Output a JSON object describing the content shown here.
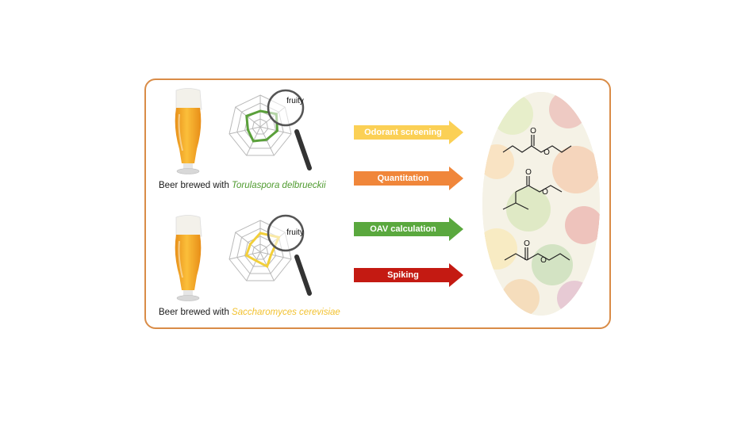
{
  "rows": [
    {
      "caption_prefix": "Beer brewed with ",
      "species": "Torulaspora delbrueckii",
      "species_color": "#4e9a2e",
      "lens_label": "fruity",
      "polygon_color": "#5aa03a"
    },
    {
      "caption_prefix": "Beer brewed with ",
      "species": "Saccharomyces cerevisiae",
      "species_color": "#f2c12e",
      "lens_label": "fruity",
      "polygon_color": "#f2cf3a"
    }
  ],
  "steps": [
    {
      "label": "Odorant screening",
      "color": "#fbd055"
    },
    {
      "label": "Quantitation",
      "color": "#f0863a"
    },
    {
      "label": "OAV calculation",
      "color": "#5aa83e"
    },
    {
      "label": "Spiking",
      "color": "#c41a12"
    }
  ],
  "molecules": [
    {
      "name": "ethyl-butanoate",
      "oxygen_label": "O"
    },
    {
      "name": "ethyl-2-methylpropanoate",
      "oxygen_label": "O"
    },
    {
      "name": "ethyl-propanoate",
      "oxygen_label": "O"
    }
  ],
  "colors": {
    "frame": "#d98c47",
    "beer": "#f5a623",
    "foam": "#f3f1ea"
  }
}
